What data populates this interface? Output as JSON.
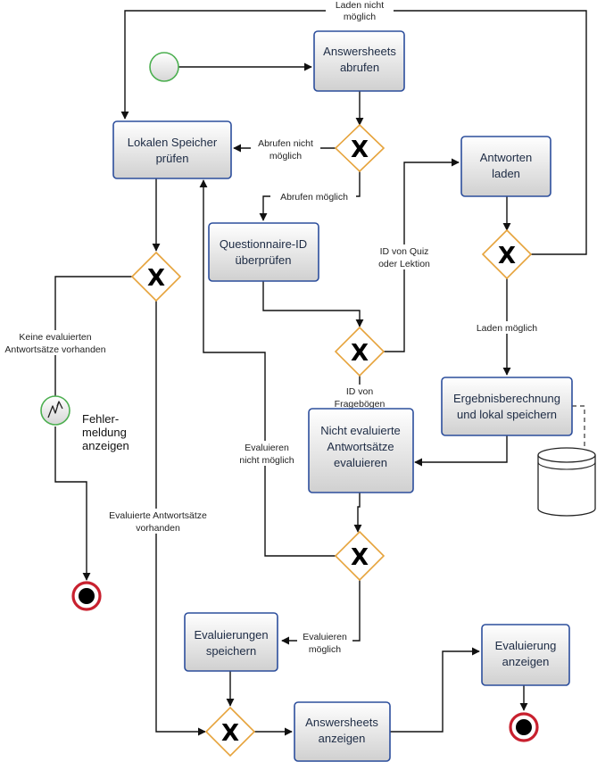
{
  "tasks": {
    "answersheets_abrufen": [
      "Answersheets",
      "abrufen"
    ],
    "lokalen_speicher": [
      "Lokalen Speicher",
      "prüfen"
    ],
    "antworten_laden": [
      "Antworten",
      "laden"
    ],
    "questionnaire_id": [
      "Questionnaire-ID",
      "überprüfen"
    ],
    "ergebnisberechnung": [
      "Ergebnisberechnung",
      "und lokal speichern"
    ],
    "nicht_evaluierte": [
      "Nicht evaluierte",
      "Antwortsätze",
      "evaluieren"
    ],
    "evaluierungen_speichern": [
      "Evaluierungen",
      "speichern"
    ],
    "answersheets_anzeigen": [
      "Answersheets",
      "anzeigen"
    ],
    "evaluierung_anzeigen": [
      "Evaluierung",
      "anzeigen"
    ]
  },
  "gateway_symbol": "X",
  "labels": {
    "laden_nicht_moeglich": [
      "Laden nicht",
      "möglich"
    ],
    "abrufen_nicht_moeglich": [
      "Abrufen nicht",
      "möglich"
    ],
    "abrufen_moeglich": [
      "Abrufen möglich"
    ],
    "id_quiz": [
      "ID von Quiz",
      "oder Lektion"
    ],
    "laden_moeglich": [
      "Laden möglich"
    ],
    "keine_evaluierten": [
      "Keine evaluierten",
      "Antwortsätze vorhanden"
    ],
    "id_frageboegen": [
      "ID von",
      "Fragebögen"
    ],
    "evaluieren_nicht_moeglich": [
      "Evaluieren",
      "nicht möglich"
    ],
    "evaluierte_vorhanden": [
      "Evaluierte Antwortsätze",
      "vorhanden"
    ],
    "evaluieren_moeglich": [
      "Evaluieren",
      "möglich"
    ]
  },
  "error_event": {
    "icon": "lightning-icon",
    "label": [
      "Fehler-",
      "meldung",
      "anzeigen"
    ]
  },
  "colors": {
    "task_top": "#ffffff",
    "task_bottom": "#d3d3d3",
    "task_border": "#2c4e9c",
    "gateway_border": "#e6a33b",
    "start_border": "#4caf50",
    "end_border": "#c8202e"
  }
}
